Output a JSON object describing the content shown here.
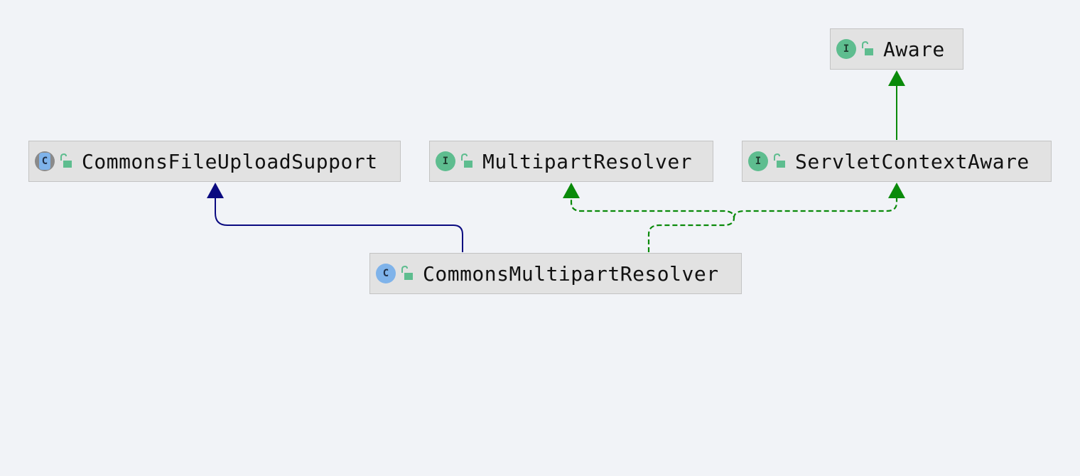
{
  "diagram": {
    "nodes": {
      "aware": {
        "label": "Aware",
        "kind": "interface",
        "kind_glyph": "I"
      },
      "commons_file_upload_support": {
        "label": "CommonsFileUploadSupport",
        "kind": "abstract-class",
        "kind_glyph": "C"
      },
      "multipart_resolver": {
        "label": "MultipartResolver",
        "kind": "interface",
        "kind_glyph": "I"
      },
      "servlet_context_aware": {
        "label": "ServletContextAware",
        "kind": "interface",
        "kind_glyph": "I"
      },
      "commons_multipart_resolver": {
        "label": "CommonsMultipartResolver",
        "kind": "class",
        "kind_glyph": "C"
      }
    },
    "edges": [
      {
        "from": "servlet_context_aware",
        "to": "aware",
        "type": "extends-interface",
        "color": "#0a8a0a",
        "style": "solid"
      },
      {
        "from": "commons_multipart_resolver",
        "to": "commons_file_upload_support",
        "type": "extends",
        "color": "#0a0a80",
        "style": "solid"
      },
      {
        "from": "commons_multipart_resolver",
        "to": "multipart_resolver",
        "type": "implements",
        "color": "#0a8a0a",
        "style": "dashed"
      },
      {
        "from": "commons_multipart_resolver",
        "to": "servlet_context_aware",
        "type": "implements",
        "color": "#0a8a0a",
        "style": "dashed"
      }
    ],
    "colors": {
      "background": "#f1f3f7",
      "node_fill": "#e2e2e2",
      "interface_icon": "#5ebd8f",
      "class_icon": "#7fb3ea",
      "visibility_icon": "#5ebd8f",
      "extends_edge": "#0a0a80",
      "implements_edge": "#0a8a0a"
    },
    "icons": {
      "interface": "interface-icon",
      "class": "class-icon",
      "abstract_class": "abstract-class-icon",
      "visibility": "public-lock-icon"
    }
  }
}
